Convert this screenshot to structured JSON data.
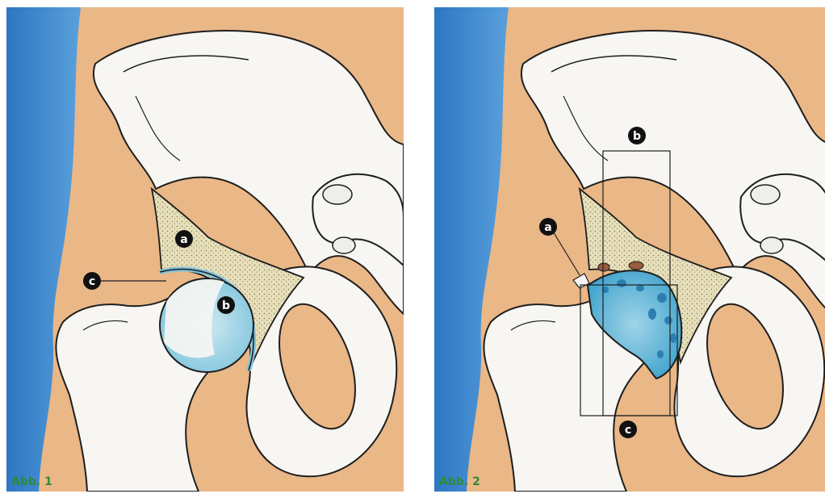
{
  "figures": [
    {
      "label": "Abb. 1",
      "markers": {
        "a": "a",
        "b": "b",
        "c": "c"
      }
    },
    {
      "label": "Abb. 2",
      "markers": {
        "a": "a",
        "b": "b",
        "c": "c"
      }
    }
  ],
  "colors": {
    "skin": "#eab787",
    "background_blue": "#2d76c2",
    "bone": "#f7f6f3",
    "spongy_bone": "#e7dfb9",
    "cartilage": "#a7d7e6",
    "cartilage_damaged": "#5ab3d6",
    "osteophyte": "#9a5a3e",
    "label_green": "#2f8a3a"
  }
}
